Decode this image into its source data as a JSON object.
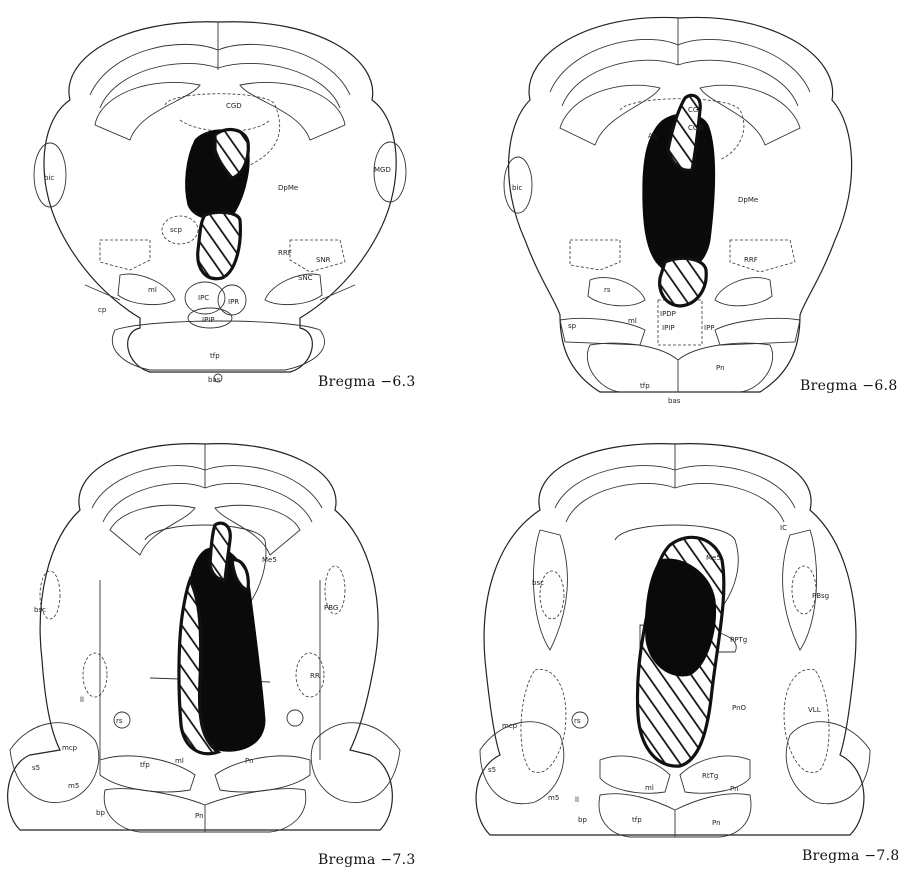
{
  "panels": [
    {
      "id": "p1",
      "bregma_label": "Bregma  −6.3",
      "labels": {
        "cgd": "CGD",
        "mgd": "MGD",
        "dpme": "DpMe",
        "bic": "bic",
        "scp": "scp",
        "rrf": "RRF",
        "snr": "SNR",
        "snc": "SNC",
        "ml": "ml",
        "cp": "cp",
        "ipc": "IPC",
        "ipr": "IPR",
        "ipip": "IPIP",
        "tfp": "tfp",
        "bas": "bas"
      }
    },
    {
      "id": "p2",
      "bregma_label": "Bregma  −6.8",
      "labels": {
        "cg": "CG",
        "aq": "Aq",
        "cgd": "CGD",
        "dpme": "DpMe",
        "bic": "bic",
        "rrf": "RRF",
        "rs": "rs",
        "sp": "sp",
        "ml": "ml",
        "ipdp": "IPDP",
        "ipip": "IPIP",
        "ipp": "IPP",
        "pn": "Pn",
        "tfp": "tfp",
        "bas": "bas"
      }
    },
    {
      "id": "p3",
      "bregma_label": "Bregma  −7.3",
      "labels": {
        "me5": "Me5",
        "bsc": "bsc",
        "pbg": "PBG",
        "rr": "RR",
        "ll": "ll",
        "rs": "rs",
        "mcp": "mcp",
        "s5": "s5",
        "m5": "m5",
        "tfp": "tfp",
        "ml": "ml",
        "pn": "Pn",
        "pn2": "Pn",
        "bp": "bp"
      }
    },
    {
      "id": "p4",
      "bregma_label": "Bregma  −7.8",
      "labels": {
        "ic": "IC",
        "me5": "Me5",
        "bsc": "bsc",
        "pbsg": "PBsg",
        "pptg": "PPTg",
        "pno": "PnO",
        "vll": "VLL",
        "rs": "rs",
        "mcp": "mcp",
        "s5": "s5",
        "m5": "m5",
        "ll": "ll",
        "ml": "ml",
        "rtg": "RtTg",
        "pn": "Pn",
        "tfp": "tfp",
        "pn2": "Pn",
        "bp": "bp"
      }
    }
  ]
}
